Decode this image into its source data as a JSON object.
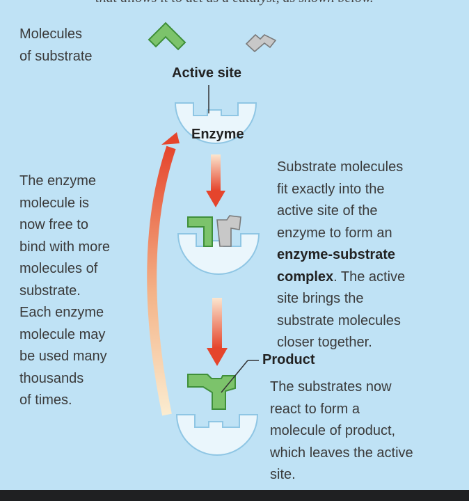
{
  "top_caption": "that allows it to act as a catalyst, as shown below.",
  "labels": {
    "molecules_line1": "Molecules",
    "molecules_line2": "of substrate",
    "active_site": "Active site",
    "enzyme": "Enzyme",
    "product": "Product"
  },
  "left_text": [
    "The enzyme",
    "molecule is",
    "now free to",
    "bind with more",
    "molecules of",
    "substrate.",
    "Each enzyme",
    "molecule may",
    "be used many",
    "thousands",
    "of times."
  ],
  "right_text_1": {
    "line1": "Substrate molecules",
    "line2": "fit exactly into the",
    "line3": "active site of the",
    "line4": "enzyme to form an",
    "bold1": "enzyme-substrate",
    "bold2": "complex",
    "tail2": ". The active",
    "line7": "site brings the",
    "line8": "substrate molecules",
    "line9": "closer together."
  },
  "right_text_2": [
    "The substrates now",
    "react to form a",
    "molecule of product,",
    "which leaves the active",
    "site."
  ],
  "colors": {
    "background": "#bfe2f5",
    "enzyme_fill": "#eaf6fc",
    "enzyme_stroke": "#8fc6e4",
    "substrate_green": "#7cc36b",
    "substrate_green_stroke": "#3f8f3a",
    "substrate_grey": "#c8c8c8",
    "arrow_red": "#e5452c",
    "arrow_light": "#f7e4c4"
  }
}
